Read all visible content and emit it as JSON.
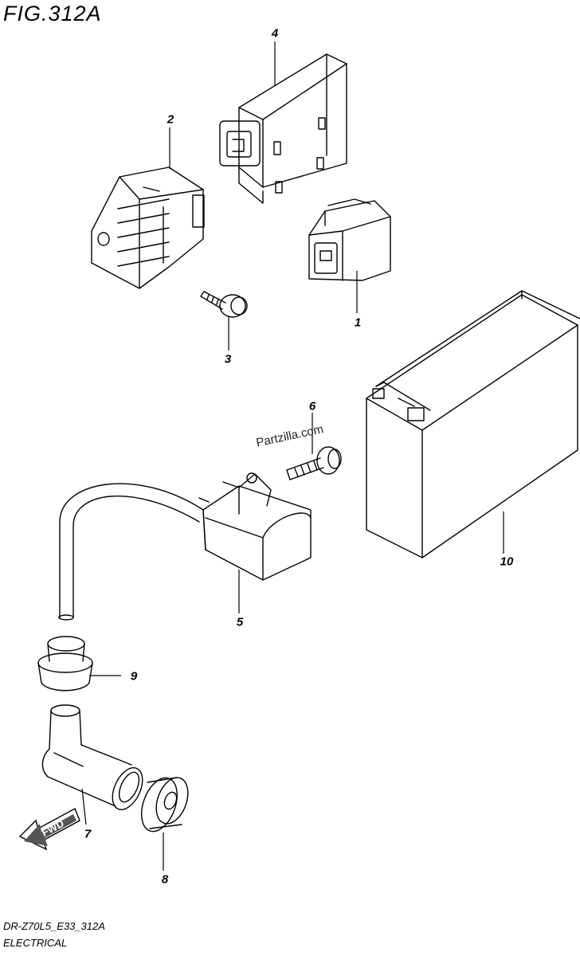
{
  "figure": {
    "title": "FIG.312A",
    "model_code": "DR-Z70L5_E33_312A",
    "section_name": "ELECTRICAL"
  },
  "watermark": "Partzilla.com",
  "fwd_arrow": {
    "label": "FWD"
  },
  "callouts": [
    {
      "id": "1",
      "label": "1"
    },
    {
      "id": "2",
      "label": "2"
    },
    {
      "id": "3",
      "label": "3"
    },
    {
      "id": "4",
      "label": "4"
    },
    {
      "id": "5",
      "label": "5"
    },
    {
      "id": "6",
      "label": "6"
    },
    {
      "id": "7",
      "label": "7"
    },
    {
      "id": "8",
      "label": "8"
    },
    {
      "id": "9",
      "label": "9"
    },
    {
      "id": "10",
      "label": "10"
    }
  ]
}
